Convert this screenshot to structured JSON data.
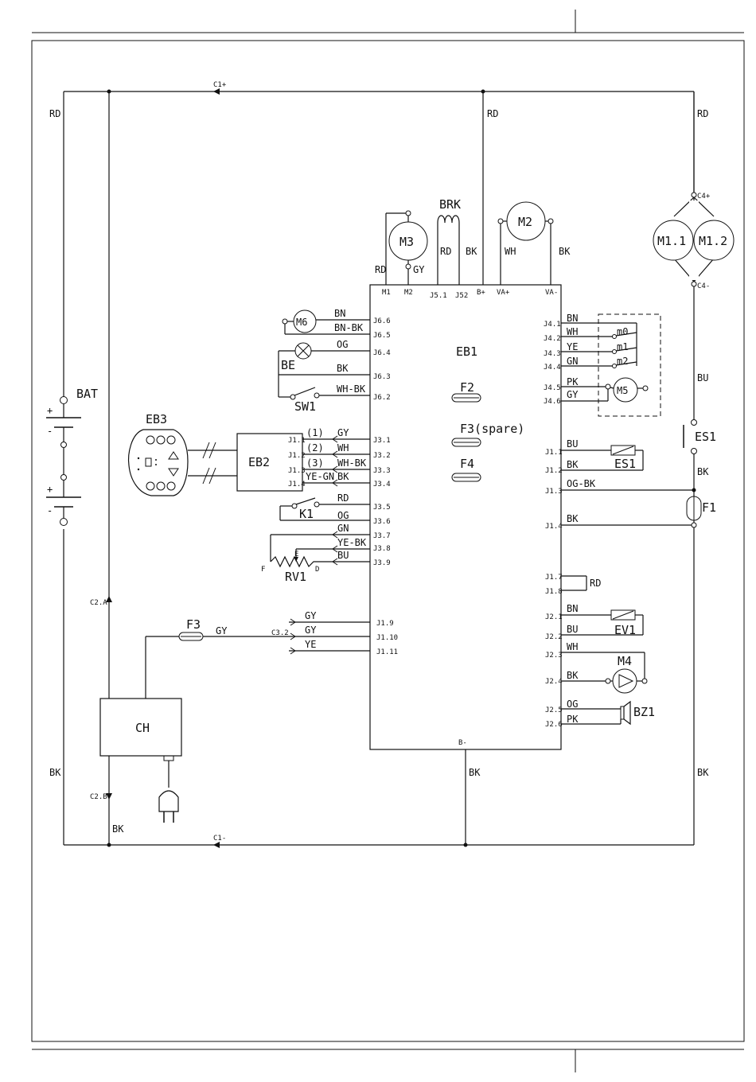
{
  "components": {
    "BAT": "BAT",
    "EB1": "EB1",
    "EB2": "EB2",
    "EB3": "EB3",
    "M1_1": "M1.1",
    "M1_2": "M1.2",
    "M2": "M2",
    "M3": "M3",
    "M4": "M4",
    "M5": "M5",
    "M6": "M6",
    "BRK": "BRK",
    "BE": "BE",
    "SW1": "SW1",
    "K1": "K1",
    "RV1": "RV1",
    "F1": "F1",
    "F2": "F2",
    "F3": "F3",
    "F3_spare": "F3(spare)",
    "F4": "F4",
    "ES1": "ES1",
    "ES1_coil": "ES1",
    "EV1": "EV1",
    "BZ1": "BZ1",
    "CH": "CH",
    "m0": "m0",
    "m1": "m1",
    "m2": "m2"
  },
  "connectors": {
    "C1_plus": "C1+",
    "C1_minus": "C1-",
    "C2A": "C2.A",
    "C2B": "C2.B",
    "C32": "C3.2",
    "C4_plus": "C4+",
    "C4_minus": "C4-"
  },
  "terminals": {
    "top": [
      "M1",
      "M2",
      "J5.1",
      "J52",
      "B+",
      "VA+",
      "VA-"
    ],
    "bottom": "B-",
    "left": [
      "J6.6",
      "J6.5",
      "J6.4",
      "J6.3",
      "J6.2",
      "J3.1",
      "J3.2",
      "J3.3",
      "J3.4",
      "J3.5",
      "J3.6",
      "J3.7",
      "J3.8",
      "J3.9",
      "J1.9",
      "J1.10",
      "J1.11"
    ],
    "right": [
      "J4.1",
      "J4.2",
      "J4.3",
      "J4.4",
      "J4.5",
      "J4.6",
      "J1.1",
      "J1.2",
      "J1.3",
      "J1.4",
      "J1.7",
      "J1.8",
      "J2.1",
      "J2.2",
      "J2.3",
      "J2.4",
      "J2.5",
      "J2.6"
    ],
    "eb2": [
      "J1.1",
      "J1.2",
      "J1.3",
      "J1.4"
    ],
    "eb2_channels": [
      "(1)",
      "(2)",
      "(3)"
    ],
    "rv1": [
      "F",
      "E",
      "D"
    ]
  },
  "wires": {
    "bat_pos": "RD",
    "bat_neg": "BK",
    "ch_neg": "BK",
    "top_mid": "RD",
    "right_top": "RD",
    "right_bu": "BU",
    "right_bk_es1": "BK",
    "right_bk_bottom": "BK",
    "b_minus": "BK",
    "m3_rd": "RD",
    "m3_gy": "GY",
    "brk_rd": "RD",
    "brk_bk": "BK",
    "m2_wh": "WH",
    "m2_bk": "BK",
    "j66": "BN",
    "j65": "BN-BK",
    "j64": "OG",
    "j63": "BK",
    "j62": "WH-BK",
    "j31": "GY",
    "j32": "WH",
    "j33": "WH-BK",
    "j34a": "YE-GN",
    "j34b": "BK",
    "j35": "RD",
    "j36": "OG",
    "j37": "GN",
    "j38": "YE-BK",
    "j39": "BU",
    "j19": "GY",
    "j110": "GY",
    "j111": "YE",
    "f3": "GY",
    "j41": "BN",
    "j42": "WH",
    "j43": "YE",
    "j44": "GN",
    "j45": "PK",
    "j46": "GY",
    "r_j11": "BU",
    "r_j12": "BK",
    "r_j13": "OG-BK",
    "r_j14": "BK",
    "r_j17": "RD",
    "j21": "BN",
    "j22": "BU",
    "j23": "WH",
    "j24": "BK",
    "j25": "OG",
    "j26": "PK"
  }
}
